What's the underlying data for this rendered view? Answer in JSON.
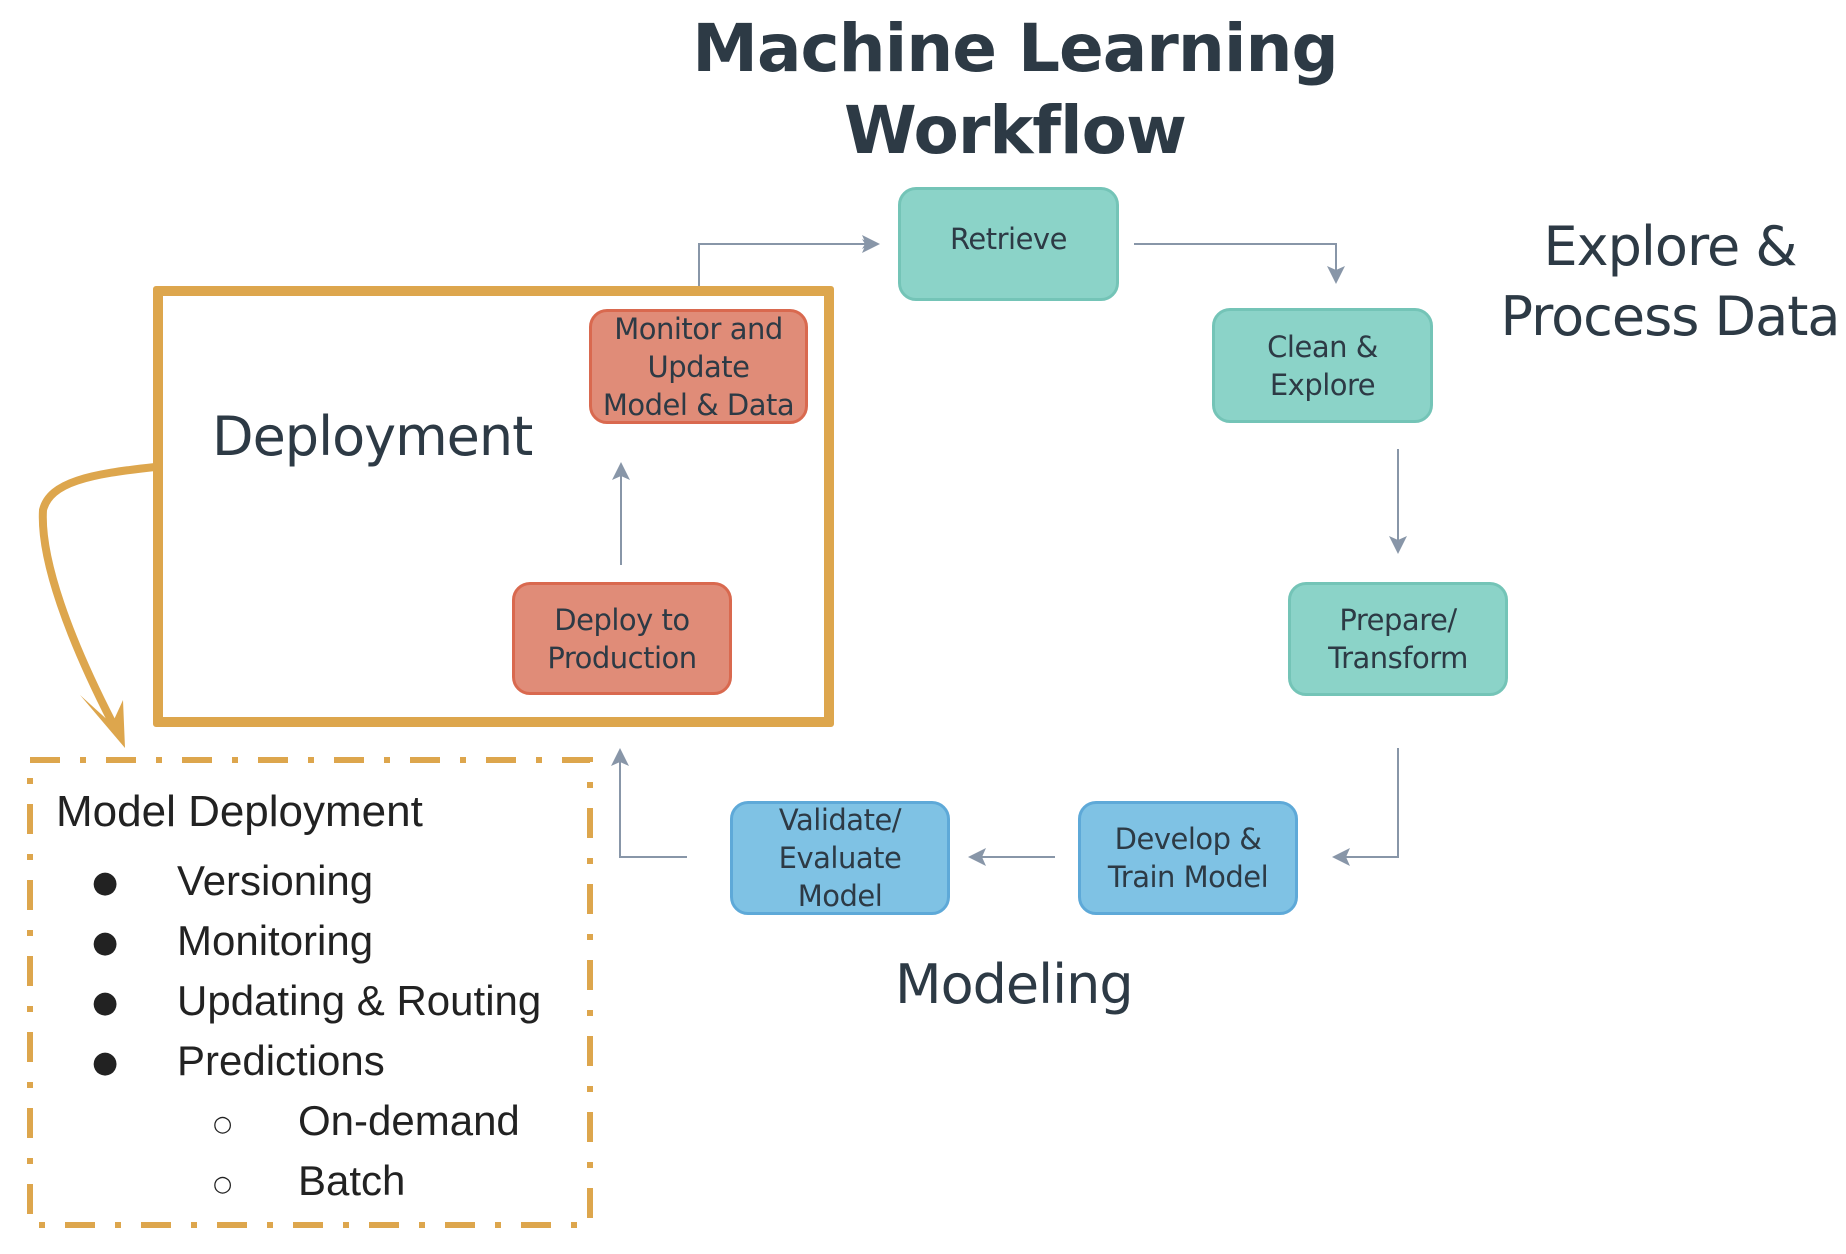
{
  "title": "Machine Learning\nWorkflow",
  "title_lines": [
    "Machine Learning",
    "Workflow"
  ],
  "sections": {
    "explore_lines": [
      "Explore &",
      "Process Data"
    ],
    "deployment": "Deployment",
    "modeling": "Modeling"
  },
  "nodes": {
    "retrieve": "Retrieve",
    "clean": "Clean &\nExplore",
    "prepare": "Prepare/\nTransform",
    "develop": "Develop &\nTrain Model",
    "validate": "Validate/\nEvaluate\nModel",
    "deploy": "Deploy to\nProduction",
    "monitor": "Monitor and\nUpdate\nModel & Data"
  },
  "model_deployment": {
    "heading": "Model Deployment",
    "items": [
      "Versioning",
      "Monitoring",
      "Updating & Routing",
      "Predictions"
    ],
    "sub_items": [
      "On-demand",
      "Batch"
    ],
    "bullet_icon": "●",
    "sub_bullet_icon": "○"
  },
  "colors": {
    "explore_stage": "#8bd3c8",
    "deployment_stage": "#e08c78",
    "modeling_stage": "#7fc2e4",
    "highlight": "#dda64d",
    "connector": "#8896a8",
    "text": "#2d3a45"
  }
}
